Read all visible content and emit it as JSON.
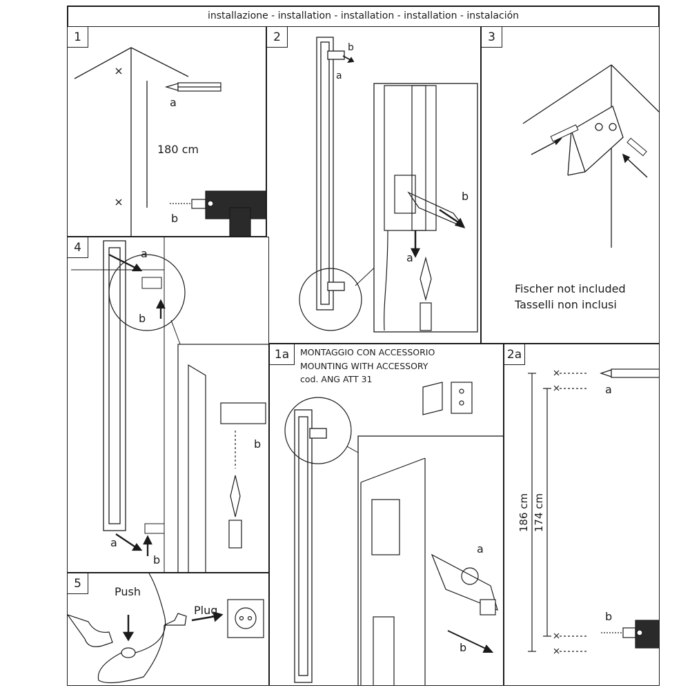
{
  "header": {
    "title": "installazione - installation - installation - installation - instalación"
  },
  "steps": {
    "s1": {
      "number": "1",
      "label_a": "a",
      "label_b": "b",
      "distance": "180 cm"
    },
    "s2": {
      "number": "2",
      "label_a": "a",
      "label_b": "b",
      "detail_a": "a",
      "detail_b": "b"
    },
    "s3": {
      "number": "3",
      "note_line1": "Fischer not included",
      "note_line2": "Tasselli non inclusi"
    },
    "s4": {
      "number": "4",
      "label_a": "a",
      "label_b": "b",
      "label_a2": "a",
      "label_b2": "b",
      "detail_b": "b"
    },
    "s5": {
      "number": "5",
      "push": "Push",
      "plug": "Plug"
    },
    "s1a": {
      "number": "1a",
      "line1": "MONTAGGIO CON  ACCESSORIO",
      "line2": "MOUNTING WITH ACCESSORY",
      "line3": "cod. ANG ATT 31",
      "label_a": "a",
      "label_b": "b"
    },
    "s2a": {
      "number": "2a",
      "label_a": "a",
      "label_b": "b",
      "dim_outer": "186 cm",
      "dim_inner": "174 cm"
    }
  }
}
